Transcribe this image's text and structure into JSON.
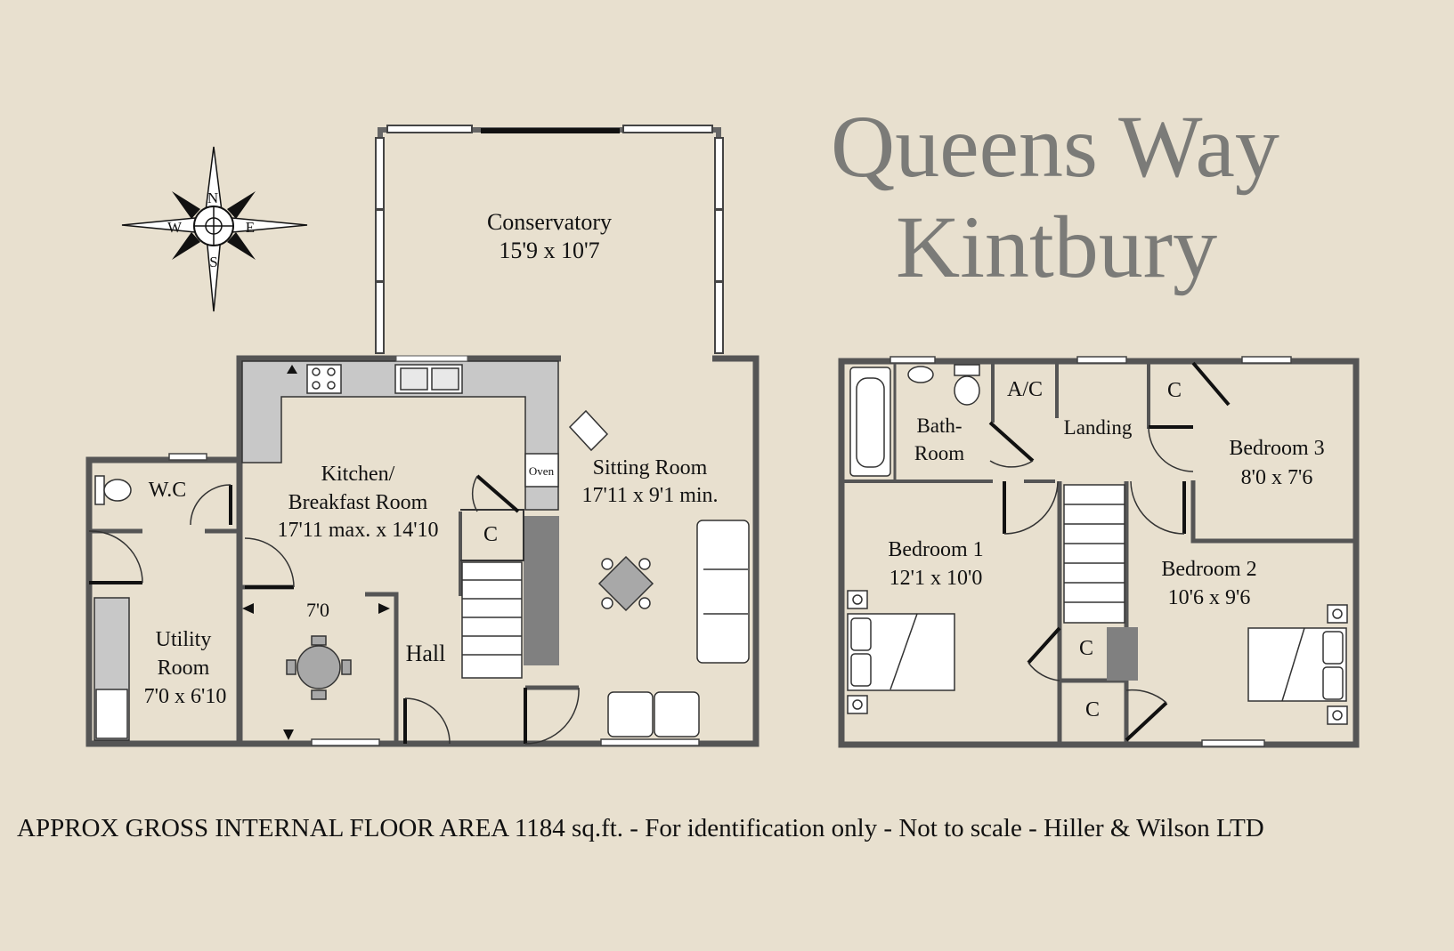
{
  "title": {
    "line1": "Queens Way",
    "line2": "Kintbury"
  },
  "compass": {
    "n": "N",
    "s": "S",
    "e": "E",
    "w": "W"
  },
  "rooms": {
    "conservatory": {
      "name": "Conservatory",
      "dims": "15'9 x 10'7"
    },
    "kitchen": {
      "name1": "Kitchen/",
      "name2": "Breakfast Room",
      "dims": "17'11 max. x 14'10"
    },
    "sitting": {
      "name": "Sitting Room",
      "dims": "17'11 x 9'1 min."
    },
    "wc": {
      "name": "W.C"
    },
    "utility": {
      "name1": "Utility",
      "name2": "Room",
      "dims": "7'0 x 6'10"
    },
    "hall": {
      "name": "Hall"
    },
    "dining_dim": "7'0",
    "oven": "Oven",
    "cupboard": "C",
    "bathroom": {
      "name1": "Bath-",
      "name2": "Room"
    },
    "airing": "A/C",
    "landing": "Landing",
    "bedroom1": {
      "name": "Bedroom 1",
      "dims": "12'1 x 10'0"
    },
    "bedroom2": {
      "name": "Bedroom 2",
      "dims": "10'6 x 9'6"
    },
    "bedroom3": {
      "name": "Bedroom 3",
      "dims": "8'0 x 7'6"
    }
  },
  "footer": "APPROX GROSS INTERNAL FLOOR AREA 1184  sq.ft. - For identification only - Not to scale - Hiller & Wilson LTD"
}
